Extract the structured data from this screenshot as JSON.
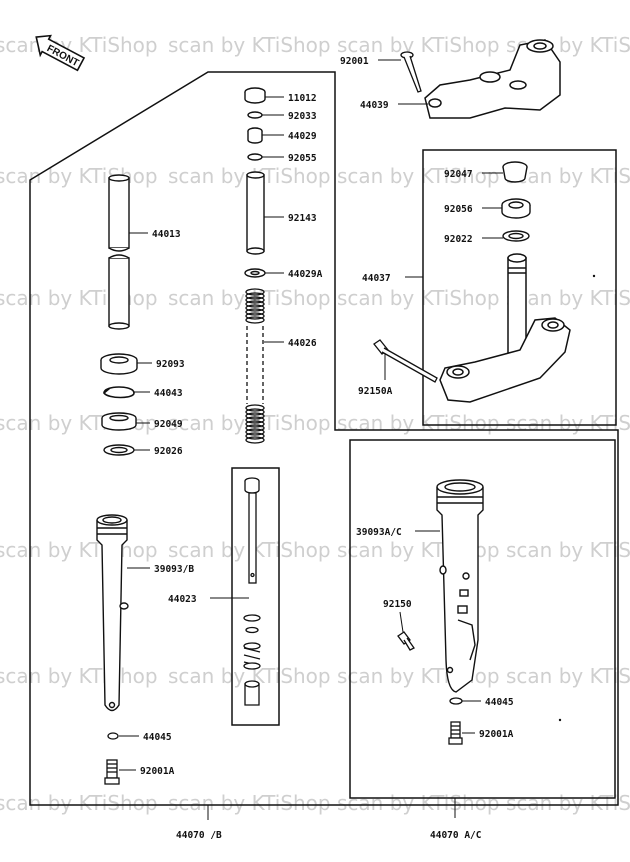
{
  "front_label": "FRONT",
  "watermark": "scan by KTiShop",
  "colors": {
    "line": "#111111",
    "watermark": "#cfcfcf",
    "background": "#ffffff"
  },
  "labels": {
    "p11012": "11012",
    "p92033": "92033",
    "p44029": "44029",
    "p92055": "92055",
    "p44013": "44013",
    "p92143": "92143",
    "p44029a": "44029A",
    "p44026": "44026",
    "p92093": "92093",
    "p44043": "44043",
    "p92049": "92049",
    "p92026": "92026",
    "p39093b": "39093/B",
    "p44023": "44023",
    "p44045_left": "44045",
    "p92001a_left": "92001A",
    "p44070b": "44070 /B",
    "p92001": "92001",
    "p44039": "44039",
    "p92047": "92047",
    "p92056": "92056",
    "p92022": "92022",
    "p44037": "44037",
    "p92150a": "92150A",
    "p39093ac": "39093A/C",
    "p92150": "92150",
    "p44045_right": "44045",
    "p92001a_right": "92001A",
    "p44070ac": "44070 A/C"
  }
}
